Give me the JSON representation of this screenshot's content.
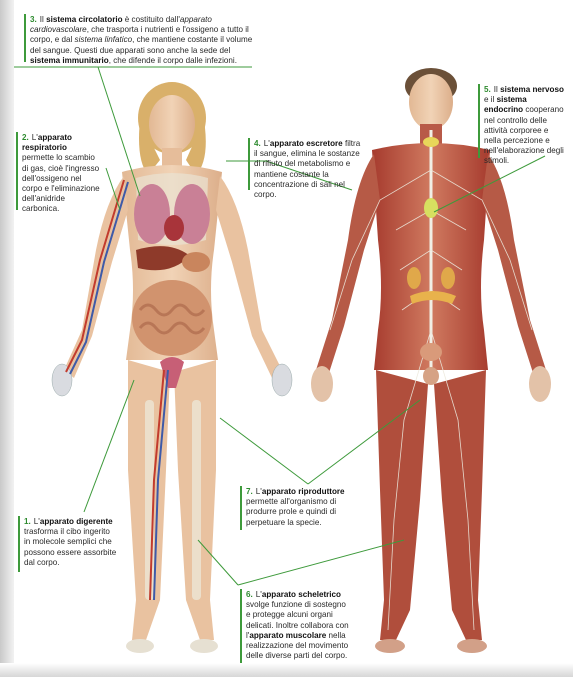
{
  "captions": {
    "c3": {
      "number": "3.",
      "pre1": "Il ",
      "bold1": "sistema circolatorio",
      "mid1": " è costituito dall'",
      "ital1": "apparato cardiovascolare",
      "mid2": ", che trasporta i nutrienti e l'ossigeno a tutto il corpo, e dal ",
      "ital2": "sistema linfatico",
      "mid3": ", che mantiene costante il volume del sangue. Questi due apparati sono anche la sede del ",
      "bold2": "sistema immunitario",
      "post": ", che difende il corpo dalle infezioni."
    },
    "c2": {
      "number": "2.",
      "pre": "L'",
      "bold": "apparato respiratorio",
      "text": " permette lo scambio di gas, cioè l'ingresso dell'ossigeno nel corpo e l'eliminazione dell'anidride carbonica."
    },
    "c4": {
      "number": "4.",
      "pre": "L'",
      "bold": "apparato escretore",
      "text": " filtra il sangue, elimina le sostanze di rifiuto del metabolismo e mantiene costante la concentrazione di sali nel corpo."
    },
    "c5": {
      "number": "5.",
      "pre1": "Il ",
      "bold1": "sistema nervoso",
      "mid": " e il ",
      "bold2": "sistema endocrino",
      "text": " cooperano nel controllo delle attività corporee e nella percezione e nell'elaborazione degli stimoli."
    },
    "c7": {
      "number": "7.",
      "pre": "L'",
      "bold": "apparato riproduttore",
      "text": " permette all'organismo di produrre prole e quindi di perpetuare la specie."
    },
    "c1": {
      "number": "1.",
      "pre": "L'",
      "bold": "apparato digerente",
      "text": " trasforma il cibo ingerito in molecole semplici che possono essere assorbite dal corpo."
    },
    "c6": {
      "number": "6.",
      "pre": "L'",
      "bold1": "apparato scheletrico",
      "mid": " svolge funzione di sostegno e protegge alcuni organi delicati. Inoltre collabora con l'",
      "bold2": "apparato muscolare",
      "text": " nella realizzazione del movimento delle diverse parti del corpo."
    }
  },
  "colors": {
    "accent_green": "#3e9a3b",
    "number_green": "#2d8a2e",
    "skin": "#ecc9a8",
    "muscle": "#b84a3a",
    "bone": "#e8e2d2"
  }
}
